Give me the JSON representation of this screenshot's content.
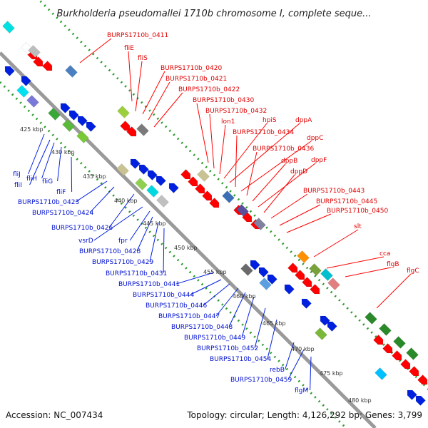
{
  "title": "Burkholderia pseudomallei 1710b chromosome I, complete seque...",
  "footer": {
    "accession": "Accession: NC_007434",
    "summary": "Topology: circular; Length: 4,126,292 bp; Genes: 3,799"
  },
  "colors": {
    "forward_gene": "#ff0000",
    "reverse_gene": "#0020e0",
    "backbone": "#9a9a9a",
    "dotted_track": "#2a9a2a",
    "red_label": "#e00000",
    "blue_label": "#0010d0"
  },
  "ticks": [
    "425 kbp",
    "430 kbp",
    "435 kbp",
    "440 kbp",
    "445 kbp",
    "450 kbp",
    "455 kbp",
    "460 kbp",
    "465 kbp",
    "470 kbp",
    "475 kbp",
    "480 kbp"
  ],
  "forward_labels": [
    "BURPS1710b_0411",
    "fliE",
    "fliS",
    "BURPS1710b_0420",
    "BURPS1710b_0421",
    "BURPS1710b_0422",
    "BURPS1710b_0430",
    "BURPS1710b_0432",
    "lon1",
    "hpiS",
    "dppA",
    "BURPS1710b_0434",
    "dppC",
    "BURPS1710b_0436",
    "dppB",
    "dppF",
    "dppD",
    "BURPS1710b_0443",
    "BURPS1710b_0445",
    "BURPS1710b_0450",
    "slt",
    "cca",
    "flgB",
    "flgC"
  ],
  "reverse_labels": [
    "fliJ",
    "fliI",
    "fliH",
    "fliG",
    "fliF",
    "BURPS1710b_0423",
    "BURPS1710b_0424",
    "BURPS1710b_0426",
    "vsrD",
    "fpr",
    "BURPS1710b_0428",
    "BURPS1710b_0429",
    "BURPS1710b_0431",
    "BURPS1710b_0441",
    "BURPS1710b_0444",
    "BURPS1710b_0446",
    "BURPS1710b_0447",
    "BURPS1710b_0448",
    "BURPS1710b_0449",
    "BURPS1710b_0452",
    "BURPS1710b_0454",
    "rebB",
    "BURPS1710b_0459",
    "flgM"
  ]
}
